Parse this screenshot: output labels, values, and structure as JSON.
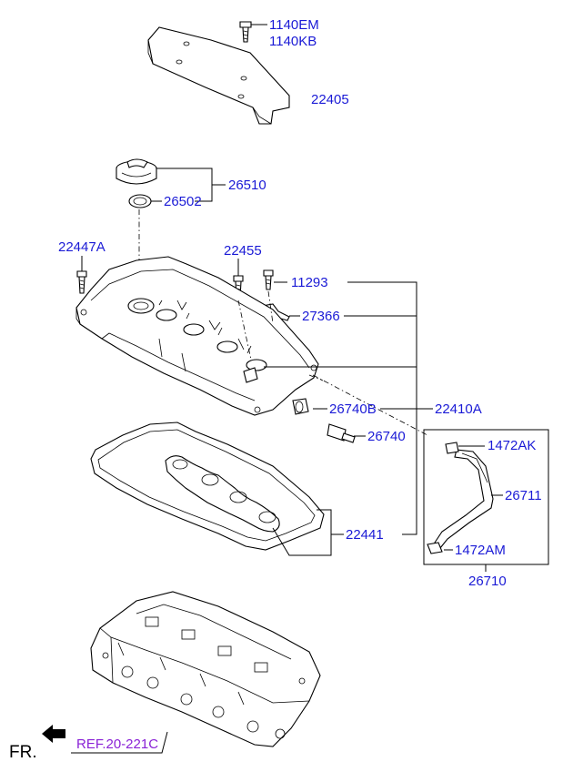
{
  "parts": {
    "p1140EM": "1140EM",
    "p1140KB": "1140KB",
    "p22405": "22405",
    "p26510": "26510",
    "p26502": "26502",
    "p22447A": "22447A",
    "p22455": "22455",
    "p11293": "11293",
    "p27366": "27366",
    "p26740B": "26740B",
    "p22410A": "22410A",
    "p26740": "26740",
    "p1472AK": "1472AK",
    "p26711": "26711",
    "p22441": "22441",
    "p1472AM": "1472AM",
    "p26710": "26710"
  },
  "reference": "REF.20-221C",
  "front_marker": "FR."
}
